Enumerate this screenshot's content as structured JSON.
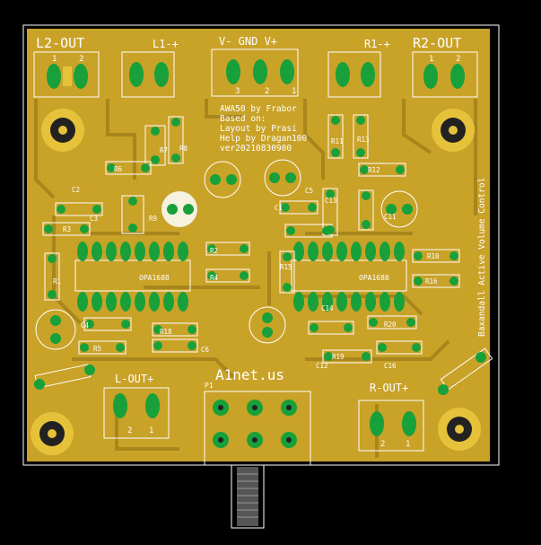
{
  "connectors": {
    "l2_out": {
      "title": "L2-OUT",
      "pin1": "1",
      "pin2": "2"
    },
    "l1": {
      "title": "L1-+"
    },
    "power": {
      "title": "V- GND V+",
      "pin1": "1",
      "pin2": "2",
      "pin3": "3"
    },
    "r1": {
      "title": "R1-+"
    },
    "r2_out": {
      "title": "R2-OUT",
      "pin1": "1",
      "pin2": "2"
    },
    "l_out": {
      "title": "L-OUT+",
      "pin1": "1",
      "pin2": "2"
    },
    "r_out": {
      "title": "R-OUT+",
      "pin1": "1",
      "pin2": "2"
    }
  },
  "credits": {
    "line1": "AWA50 by Frabor",
    "line2": "Based on:",
    "line3": "Layout by Prasi",
    "line4": "Help by Dragan100",
    "line5": "ver20210830900"
  },
  "side_label": "Baxandall Active Volume Control",
  "brand": "A1net.us",
  "pot_label": "P1",
  "opamp_left": "OPA1688",
  "opamp_right": "OPA1688",
  "designators": {
    "r7": "R7",
    "r8": "R8",
    "r9": "R9",
    "c2": "C2",
    "c3": "C3",
    "r3": "R3",
    "r1_left": "R1",
    "r2": "R2",
    "r4": "R4",
    "c4": "C4",
    "r5": "R5",
    "c6": "C6",
    "r6": "R6",
    "r11": "R11",
    "r12": "R12",
    "r13": "R13",
    "c11": "C11",
    "c13": "C13",
    "r10": "R10",
    "r16": "R16",
    "r15": "R15",
    "c12": "C12",
    "c14": "C14",
    "r19": "R19",
    "r20": "R20",
    "c16": "C16",
    "c1": "C1",
    "c5": "C5",
    "r18": "R18"
  },
  "colors": {
    "board": "#c9a228",
    "copper": "#e6c23a",
    "mask_dark": "#a8861c",
    "pad": "#18a03a",
    "silk": "#ffffff",
    "background": "#000000"
  }
}
